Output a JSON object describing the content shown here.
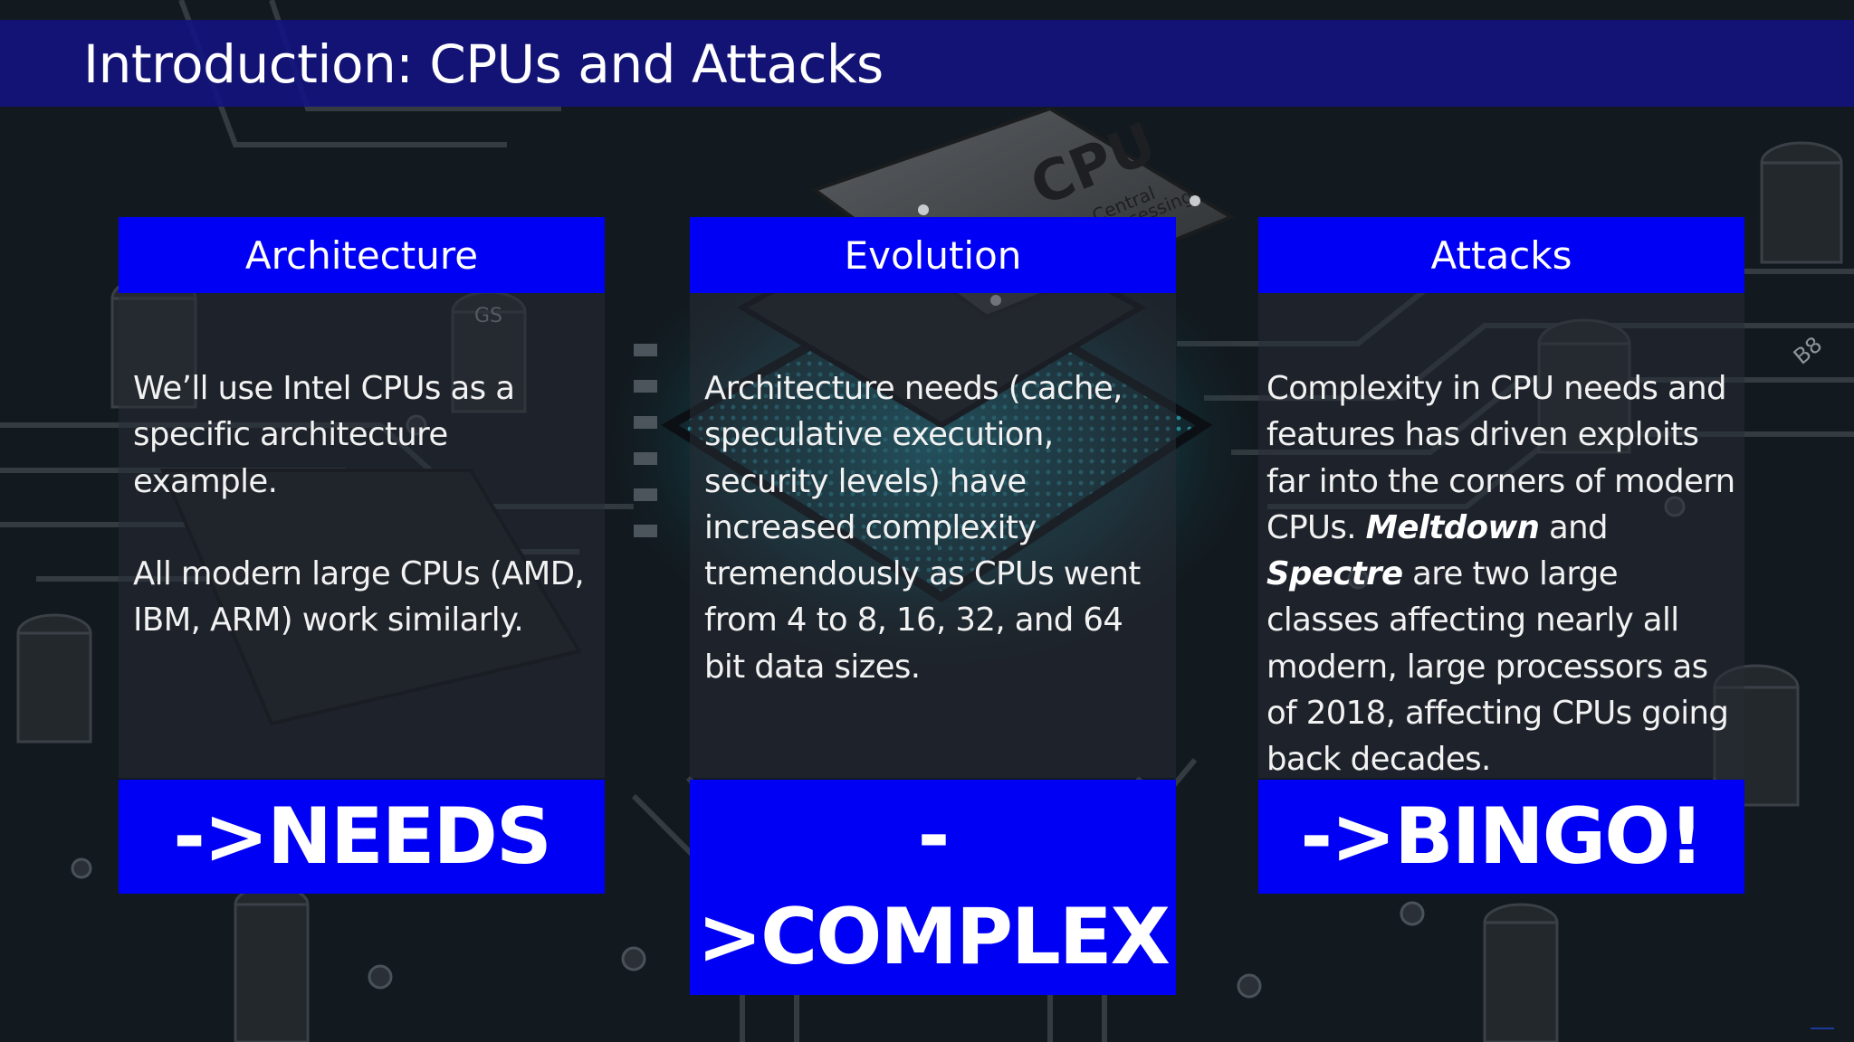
{
  "slide": {
    "title": "Introduction: CPUs and Attacks",
    "columns": [
      {
        "heading": "Architecture",
        "paragraph_1": "We’ll use Intel CPUs as a specific architecture example.",
        "paragraph_2": "All modern large CPUs (AMD, IBM, ARM) work similarly.",
        "callout": "->NEEDS"
      },
      {
        "heading": "Evolution",
        "paragraph_1": "Architecture needs (cache, speculative execution, security levels) have increased complexity tremendously as CPUs went from 4 to 8, 16, 32, and 64 bit data sizes.",
        "callout_line_1": "-",
        "callout_line_2": ">COMPLEX"
      },
      {
        "heading": "Attacks",
        "text_1": "Complexity in CPU needs and features has driven exploits far into the corners of modern CPUs. ",
        "emphasis_1": "Meltdown",
        "text_2": " and ",
        "emphasis_2": "Spectre",
        "text_3": " are two large classes affecting nearly all modern, large processors as of 2018, affecting CPUs going back decades.",
        "callout": "->BINGO!"
      }
    ]
  },
  "background": {
    "chip_label": "CPU",
    "chip_sublabel_1": "Central",
    "chip_sublabel_2": "Processing",
    "board_marking_1": "B8",
    "board_marking_2": "GS"
  },
  "colors": {
    "accent_blue": "#0000f5",
    "title_bar": "#12128a",
    "text": "#ffffff"
  }
}
